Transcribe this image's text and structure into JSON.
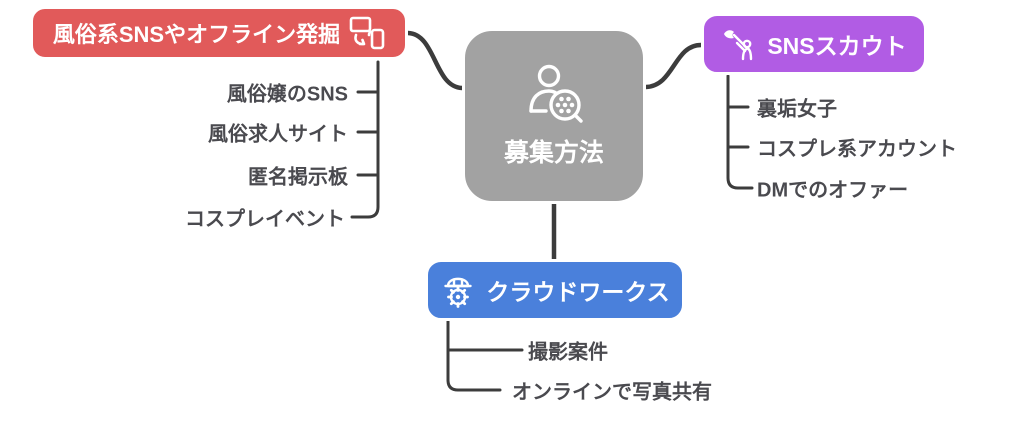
{
  "diagram": {
    "type": "mindmap",
    "background_color": "#ffffff",
    "connector_color": "#3C3C3C",
    "item_text_color": "#4A4A4F",
    "center": {
      "label": "募集方法",
      "icon": "person-search-icon",
      "color": "#A2A2A2",
      "text_color": "#ffffff"
    },
    "branches": {
      "left": {
        "label": "風俗系SNSやオフライン発掘",
        "icon": "devices-sync-icon",
        "color": "#E15A5A",
        "items": [
          "風俗嬢のSNS",
          "風俗求人サイト",
          "匿名掲示板",
          "コスプレイベント"
        ]
      },
      "right": {
        "label": "SNSスカウト",
        "icon": "scout-flag-icon",
        "color": "#B15CE4",
        "items": [
          "裏垢女子",
          "コスプレ系アカウント",
          "DMでのオファー"
        ]
      },
      "bottom": {
        "label": "クラウドワークス",
        "icon": "worker-helmet-gear-icon",
        "color": "#4A80DB",
        "items": [
          "撮影案件",
          "オンラインで写真共有"
        ]
      }
    }
  }
}
